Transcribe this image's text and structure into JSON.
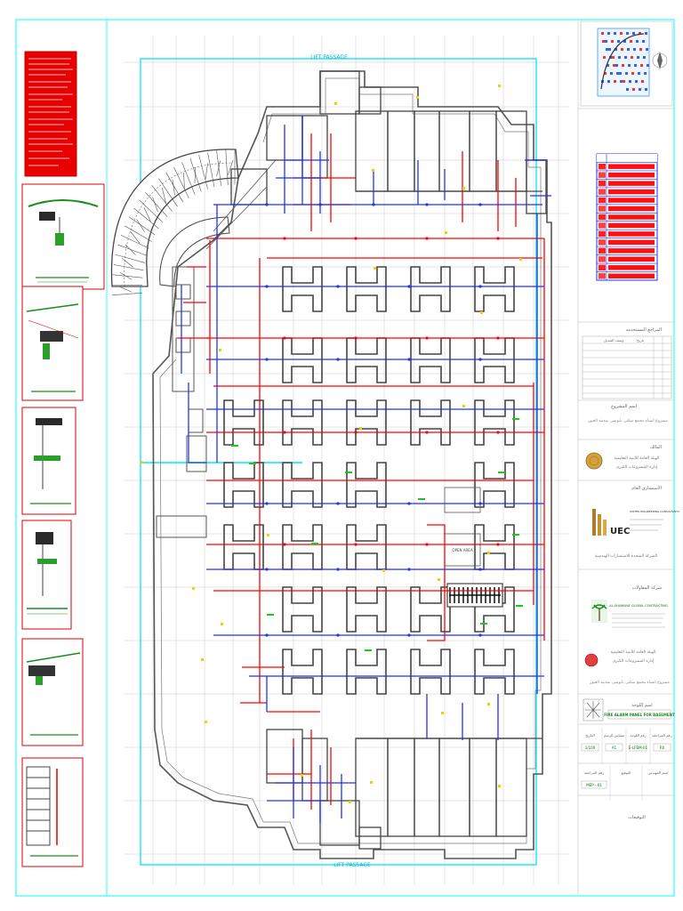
{
  "plan": {
    "top_label": "LIFT PASSAGE",
    "bottom_label": "LIFT PASSAGE",
    "center_label": "OPEN AREA"
  },
  "title_block": {
    "cell_a": "المراجع المستخدمه",
    "cell_b": "تاريخ",
    "cell_c": "وصف التعديل",
    "project_title": "اسم المشروع",
    "project_name": "مشروع انشاء مجمع سكنى بابوشى بمدينة العبور",
    "client_title": "المالك",
    "client_name": "الهيئة العامة للأبنية التعليمية",
    "client_sub": "إدارة المشروعات الكبرى",
    "consultant_title": "الاستشارى العام",
    "company_uec": "UEC",
    "company_uec_full": "UNITED ENGINEERING CONSULTANTS",
    "company_uec_ar": "الشركة المتحدة للاستشارات الهندسية",
    "contractor_title": "شركة المقاولات",
    "company_contractor": "AL-SHAWWAF GLOBAL CONTRACTING",
    "contractor_ar": "الهيئة العامة للأبنية التعليمية",
    "contractor_ar2": "إدارة المشروعات الكبرى",
    "project_repeat": "مشروع انشاء مجمع سكنى بابوشى بمدينة العبور",
    "drawing_title": "اسم اللوحة",
    "drawing_name": "FIRE ALARM PANEL FOR BASEMENT",
    "row1": [
      "التاريخ",
      "مقياس الرسم",
      "رقم اللوحة",
      "رقم المراجعة"
    ],
    "row1_values": [
      "1/100",
      "A1",
      "E-LFBM-01",
      "R0"
    ],
    "row2": [
      "رقم المراجعة",
      "التوقيع",
      "اسم المهندس"
    ],
    "row2_values": [
      "MEP - 01"
    ],
    "notes_label": "التوقيعات"
  },
  "legend": {
    "rows": 14
  },
  "colors": {
    "red_line": "#ff0000",
    "blue_line": "#1e32ff",
    "cyan_frame": "#00e5ff",
    "wall": "#444444",
    "grid": "#bcbcbc"
  }
}
